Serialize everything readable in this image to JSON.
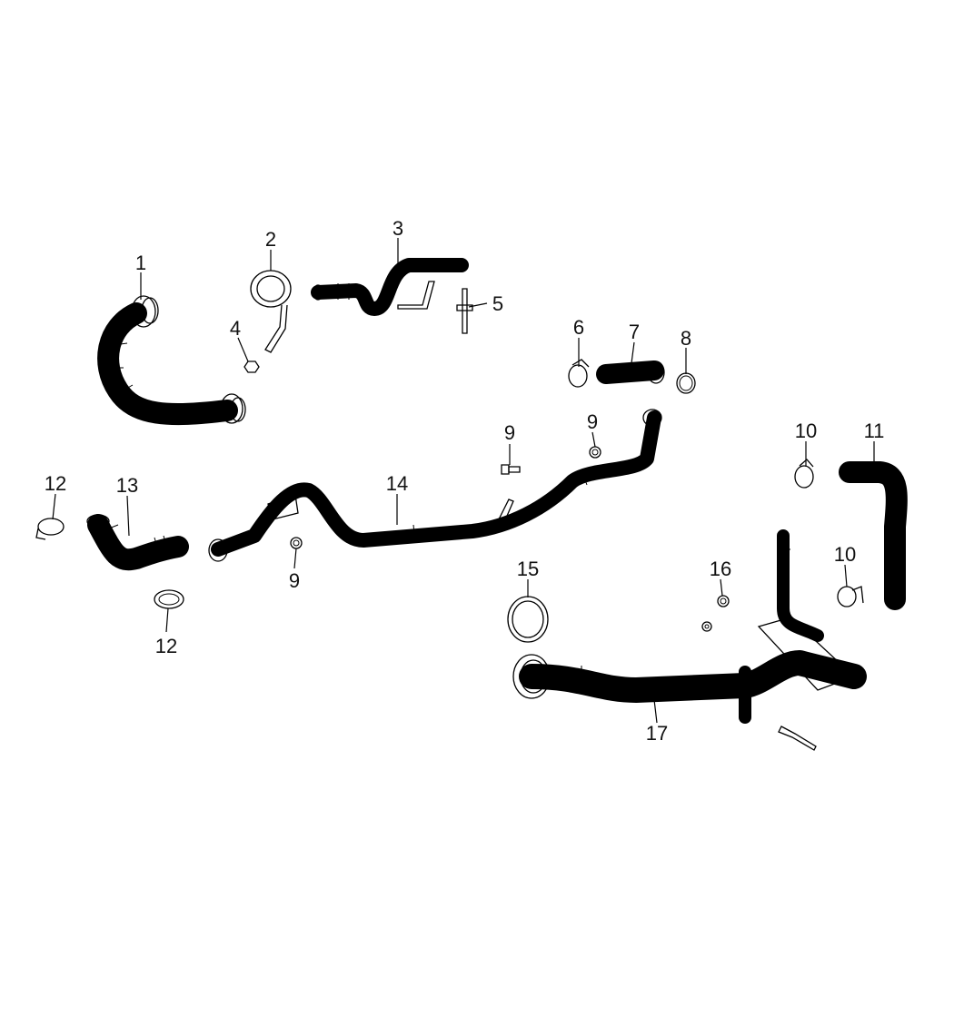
{
  "diagram": {
    "background": "#ffffff",
    "line_color": "#000000",
    "callouts": {
      "c1": "1",
      "c2": "2",
      "c3": "3",
      "c4": "4",
      "c5": "5",
      "c6": "6",
      "c7": "7",
      "c8": "8",
      "c9a": "9",
      "c9b": "9",
      "c9c": "9",
      "c10a": "10",
      "c10b": "10",
      "c11": "11",
      "c12a": "12",
      "c12b": "12",
      "c13": "13",
      "c14": "14",
      "c15": "15",
      "c16": "16",
      "c17": "17"
    }
  }
}
